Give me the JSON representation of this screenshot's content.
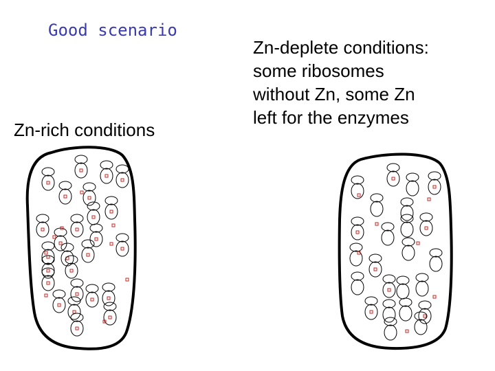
{
  "title": "Good scenario",
  "left_label": "Zn-rich conditions",
  "right_label_lines": [
    "Zn-deplete conditions:",
    "some ribosomes",
    "without Zn, some Zn",
    "left for the enzymes"
  ],
  "colors": {
    "title": "#3a3ab0",
    "zinc": "#cc2222",
    "outline": "#000000"
  }
}
